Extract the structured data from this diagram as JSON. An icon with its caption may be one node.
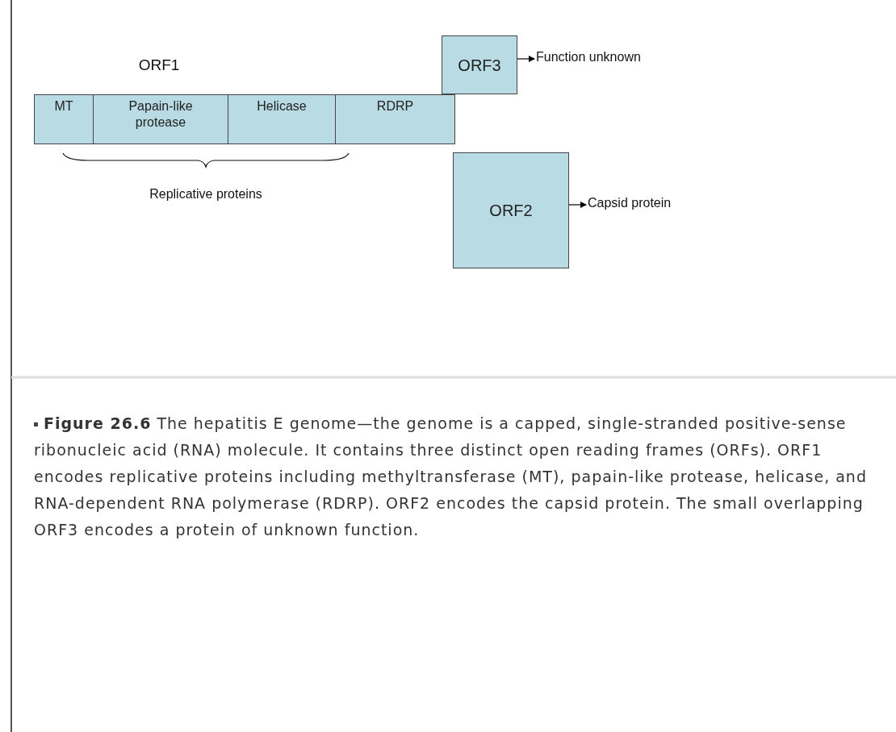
{
  "diagram": {
    "caption": "**Figure 26.6** The hepatitis E genome—the genome is a capped, single-stranded positive-sense ribonucleic acid (RNA) molecule. It contains three distinct open reading frames (ORFs). ORF1 encodes replicative proteins including methyltransferase (MT), papain-like protease, helicase, and RNA-dependent RNA polymerase (RDRP). ORF2 encodes the capsid protein. The small overlapping ORF3 encodes a protein of unknown function.",
    "nodes": [
      {
        "text": [
          "ORF1"
        ]
      },
      {
        "text": [
          "MT"
        ],
        "in": 0
      },
      {
        "text": [
          "Papain-like protease"
        ],
        "in": 0
      },
      {
        "text": [
          "Helicase"
        ],
        "in": 0
      },
      {
        "text": [
          "RDRP"
        ],
        "in": 0
      },
      {
        "text": [
          "ORF3"
        ]
      },
      {
        "text": [
          "Function unknown"
        ]
      },
      {
        "text": [
          "ORF2"
        ]
      },
      {
        "text": [
          "Capsid protein"
        ]
      }
    ],
    "edges": [
      {
        "from": 5,
        "to": 6,
        "arrow": "to"
      },
      {
        "from": 7,
        "to": 8,
        "arrow": "to"
      }
    ],
    "labels": [
      "Replicative proteins"
    ]
  }
}
